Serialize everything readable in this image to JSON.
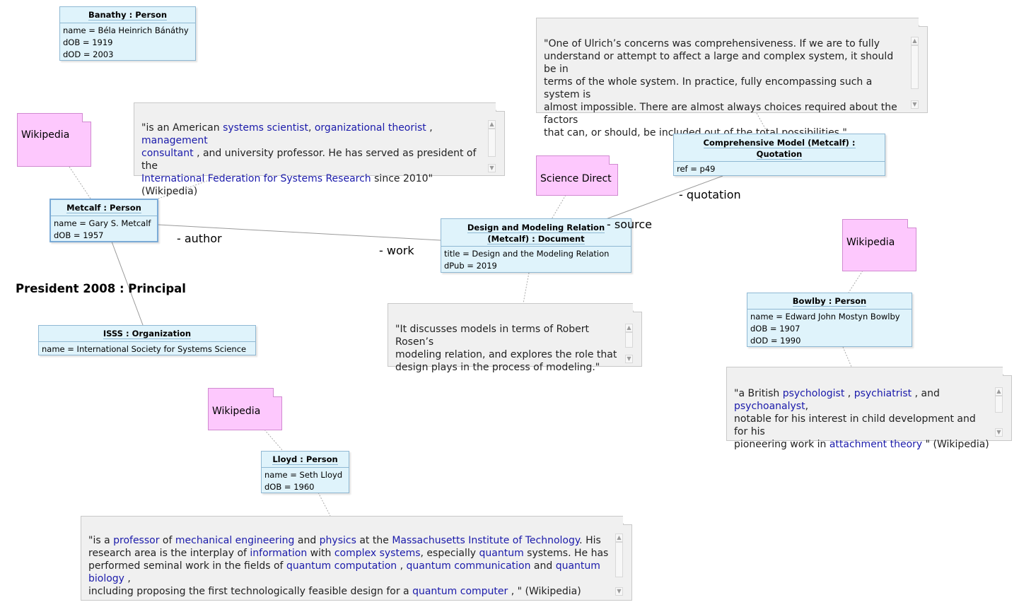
{
  "objects": {
    "banathy": {
      "header": "Banathy : Person",
      "attrs": [
        "name = Béla Heinrich Bánáthy",
        "dOB = 1919",
        "dOD = 2003"
      ]
    },
    "metcalf": {
      "header": "Metcalf : Person",
      "attrs": [
        "name = Gary S. Metcalf",
        "dOB = 1957"
      ]
    },
    "isss": {
      "header": "ISSS : Organization",
      "attrs": [
        "name = International Society for Systems Science"
      ]
    },
    "document": {
      "header_line1": "Design and Modeling Relation",
      "header_line2": "(Metcalf) : Document",
      "attrs": [
        "title = Design and the Modeling Relation",
        "dPub = 2019"
      ]
    },
    "quotation": {
      "header_line1": "Comprehensive Model (Metcalf) :",
      "header_line2": "Quotation",
      "attrs": [
        "ref = p49"
      ]
    },
    "bowlby": {
      "header": "Bowlby : Person",
      "attrs": [
        "name = Edward John Mostyn Bowlby",
        "dOB = 1907",
        "dOD = 1990"
      ]
    },
    "lloyd": {
      "header": "Lloyd : Person",
      "attrs": [
        "name = Seth Lloyd",
        "dOB = 1960"
      ]
    }
  },
  "source_notes": {
    "metcalf_wiki": "Wikipedia",
    "science_direct": "Science Direct",
    "bowlby_wiki": "Wikipedia",
    "lloyd_wiki": "Wikipedia"
  },
  "labels": {
    "author": "- author",
    "work": "- work",
    "source": "- source",
    "quotation": "- quotation",
    "principal": "President 2008 : Principal"
  },
  "notes": {
    "ulrich": {
      "lines": [
        "\"One of Ulrich’s concerns was comprehensiveness. If we are to fully",
        "understand or attempt to affect a large and complex system, it should be in",
        "terms of the whole system. In practice, fully encompassing such a system is",
        "almost impossible. There are almost always choices required about the factors",
        "that can, or should, be included out of the total possibilities.\""
      ]
    },
    "metcalf": {
      "p1": "\"is an American ",
      "l1": "systems scientist",
      "p2": ", ",
      "l2": "organizational theorist",
      "p3": " , ",
      "l3": "management",
      "l3b": "consultant",
      "p4": " , and university professor. He has served as president of the",
      "l4": "International Federation for Systems Research",
      "p5": "  since 2010\" (Wikipedia)"
    },
    "document": {
      "lines": [
        "\"It discusses models in terms of Robert Rosen’s",
        "modeling relation, and explores the role that",
        "design plays in the process of modeling.\""
      ]
    },
    "bowlby": {
      "p1": "\"a British ",
      "l1": "psychologist",
      "p2": " , ",
      "l2": "psychiatrist",
      "p3": " , and ",
      "l3": "psychoanalyst",
      "p4": ",",
      "p5": "notable for his interest in child development and for his",
      "p6": "pioneering work in  ",
      "l4": "attachment theory",
      "p7": " \" (Wikipedia)"
    },
    "lloyd": {
      "a1": "\"is a ",
      "b1": "professor",
      "a2": " of ",
      "b2": "mechanical engineering",
      "a3": "  and ",
      "b3": "physics",
      "a4": " at the ",
      "b4": "Massachusetts Institute of Technology",
      "a5": ". His",
      "a6": "research area is the interplay of  ",
      "b5": "information",
      "a7": "  with ",
      "b6": "complex systems",
      "a8": ", especially  ",
      "b7": "quantum",
      "a9": "  systems. He has",
      "a10": "performed seminal work in the fields of  ",
      "b8": "quantum computation",
      "a11": " , ",
      "b9": "quantum communication",
      "a12": "  and ",
      "b10": "quantum biology",
      "a13": " ,",
      "a14": "including proposing the first technologically feasible design for a   ",
      "b11": "quantum computer",
      "a15": " , \" (Wikipedia)"
    }
  },
  "colors": {
    "object_fill": "#dff3fb",
    "object_border": "#8fb8d3",
    "note_fill": "#f0f0f0",
    "source_fill": "#fdc8fd",
    "link": "#1a1aaa"
  }
}
